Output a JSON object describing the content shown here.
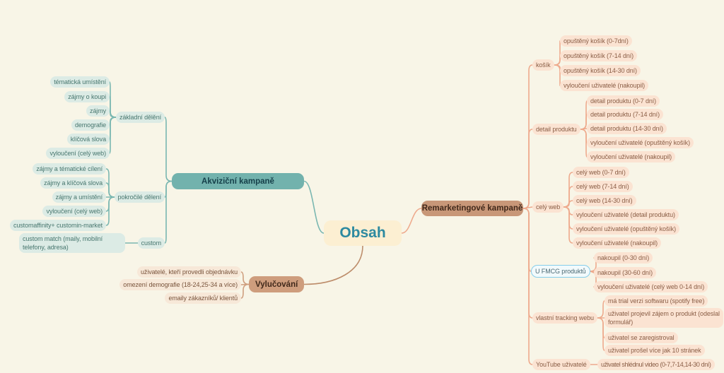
{
  "root": {
    "label": "Obsah"
  },
  "acquisition": {
    "label": "Akviziční kampaně",
    "groups": [
      {
        "label": "základní dělění",
        "children": [
          "tématická umístění",
          "zájmy o koupi",
          "zájmy",
          "demografie",
          "klíčová slova",
          "vyloučení (celý web)"
        ]
      },
      {
        "label": "pokročilé dělení",
        "children": [
          "zájmy a tématické cílení",
          "zájmy a klíčová slova",
          "zájmy a umístění",
          "vyloučení (celý web)",
          "customaffinity+ customin-market"
        ]
      },
      {
        "label": "custom",
        "children": [
          "custom match (maily, mobilní telefony, adresa)"
        ]
      }
    ]
  },
  "exclusion": {
    "label": "Vylučování",
    "children": [
      "uživatelé, kteří provedli objednávku",
      "omezení demografie (18-24,25-34 a více)",
      "emaily zákazníků/ klientů"
    ]
  },
  "remarketing": {
    "label": "Remarketingové kampaně",
    "groups": [
      {
        "label": "košík",
        "children": [
          "opuštěný košík (0-7dní)",
          "opuštěný košík (7-14 dní)",
          "opuštěný košík (14-30 dní)",
          "vyloučení uživatelé (nakoupil)"
        ]
      },
      {
        "label": "detail produktu",
        "children": [
          "detail produktu (0-7 dní)",
          "detail produktu (7-14 dní)",
          "detail produktu (14-30 dní)",
          "vyloučení uživatelé (opuštěný košík)",
          "vyloučení uživatelé (nakoupil)"
        ]
      },
      {
        "label": "celý web",
        "children": [
          "celý web (0-7 dní)",
          "celý web (7-14 dní)",
          "celý web (14-30 dní)",
          "vyloučení uživatelé (detail produktu)",
          "vyloučení uživatelé (opuštěný košík)",
          "vyloučení uživatelé (nakoupil)"
        ]
      },
      {
        "label": "U FMCG produktů",
        "children": [
          "nakoupil (0-30 dní)",
          "nakoupil (30-60 dní)",
          "vyloučení uživatelé (celý web 0-14 dní)"
        ]
      },
      {
        "label": "vlastní tracking webu",
        "children": [
          "má trial verzi softwaru (spotify free)",
          "uživatel projevil zájem o produkt (odeslal formulář)",
          "uživatel se zaregistroval",
          "uživatel prošel více jak 10 stránek"
        ]
      },
      {
        "label": "YouTube uživatelé",
        "children": [
          "uživatel shlédnul video (0-7,7-14,14-30 dní)"
        ]
      }
    ]
  },
  "colors": {
    "background": "#f8f5e7",
    "root_box": "#fcefd2",
    "acquisition_box": "#72b2ad",
    "remarketing_box": "#c89778",
    "exclusion_box": "#ce9d7d",
    "teal_chip": "#dcebe5",
    "salmon_chip": "#fbe3d2",
    "fmcg_border": "#85cdea",
    "lines": {
      "teal": "#7ab7b1",
      "salmon": "#eeaa8d",
      "brown": "#bd8d6b",
      "tan": "#cf9f7f"
    }
  }
}
